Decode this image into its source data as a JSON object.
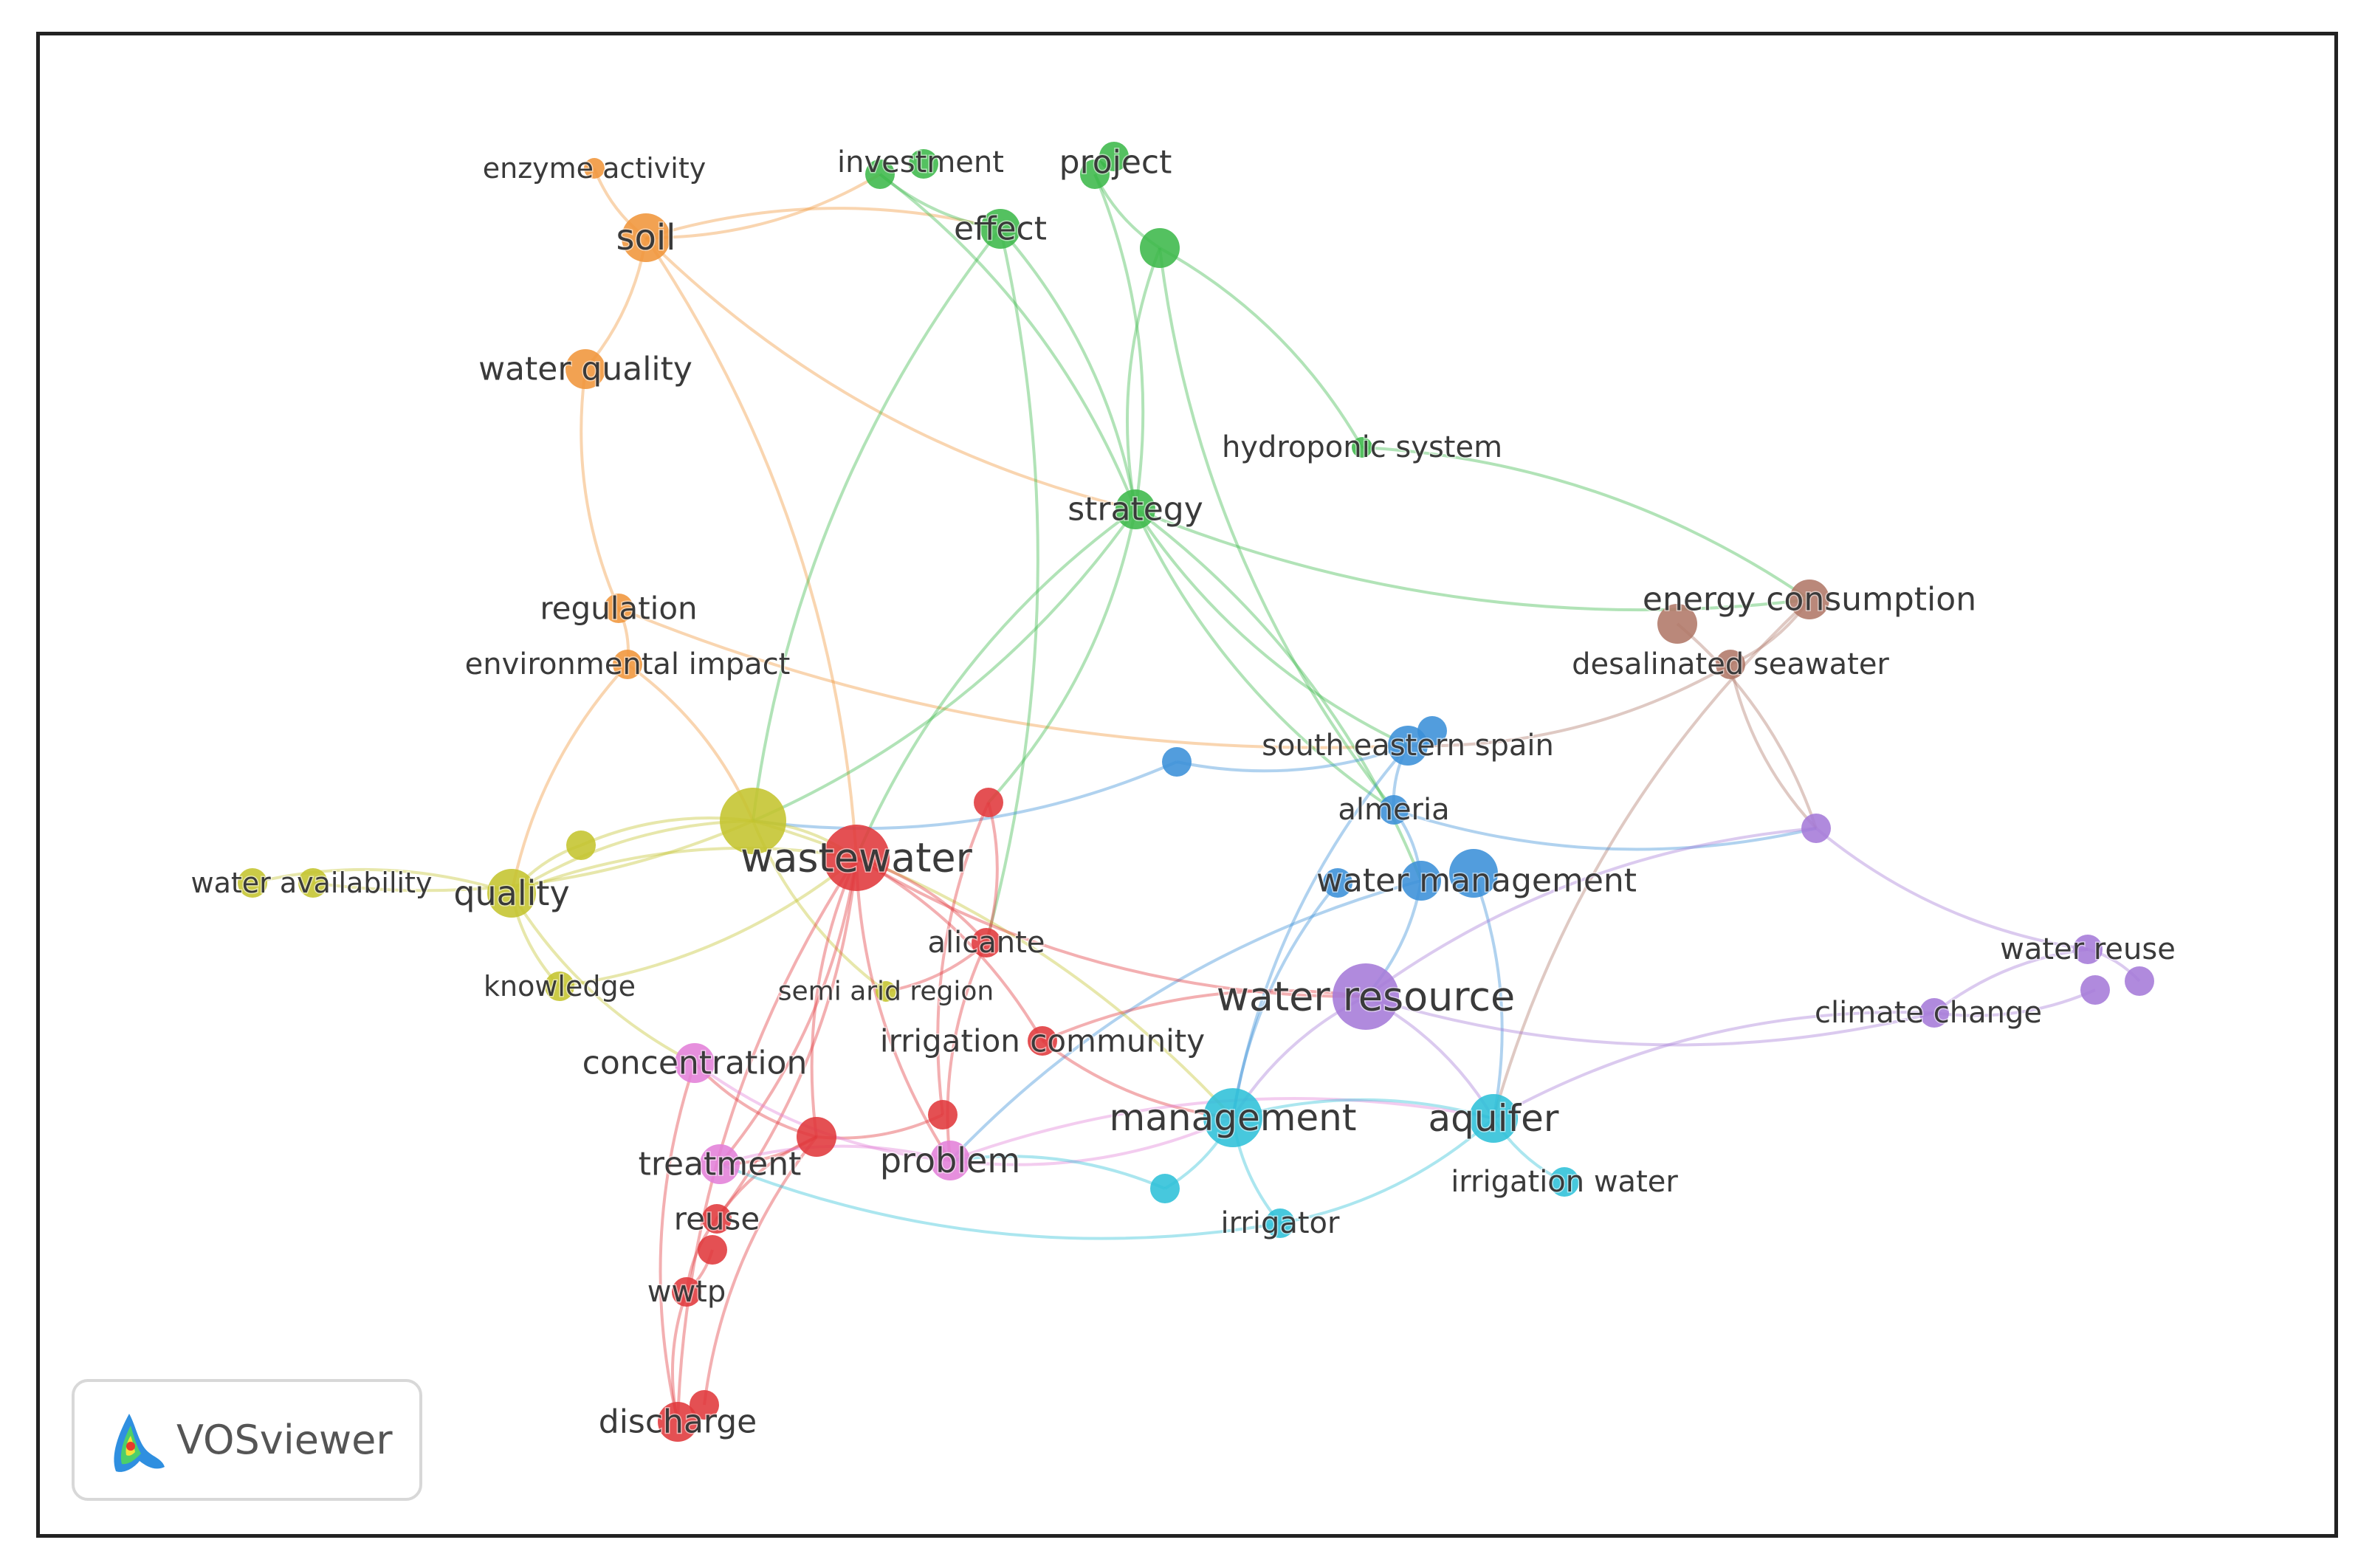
{
  "app": {
    "logo_text": "VOSviewer"
  },
  "clusters": {
    "red": "#e0383b",
    "green": "#3cb84a",
    "blue": "#3a8fd8",
    "yellow": "#c4c42e",
    "purple": "#a57ad8",
    "cyan": "#2ec0d8",
    "orange": "#f0953a",
    "brown": "#b07868",
    "pink": "#e27fd8"
  },
  "nodes": [
    {
      "id": "enzyme_activity",
      "label": "enzyme activity",
      "cluster": "orange",
      "weight": 1
    },
    {
      "id": "soil",
      "label": "soil",
      "cluster": "orange",
      "weight": 4
    },
    {
      "id": "water_quality",
      "label": "water quality",
      "cluster": "orange",
      "weight": 3
    },
    {
      "id": "regulation",
      "label": "regulation",
      "cluster": "orange",
      "weight": 2
    },
    {
      "id": "environmental_impact",
      "label": "environmental impact",
      "cluster": "orange",
      "weight": 2
    },
    {
      "id": "investment",
      "label": "investment",
      "cluster": "green",
      "weight": 2
    },
    {
      "id": "investment_b",
      "label": "",
      "cluster": "green",
      "weight": 2
    },
    {
      "id": "project",
      "label": "project",
      "cluster": "green",
      "weight": 2
    },
    {
      "id": "project_b",
      "label": "",
      "cluster": "green",
      "weight": 2
    },
    {
      "id": "effect",
      "label": "effect",
      "cluster": "green",
      "weight": 3
    },
    {
      "id": "green_hub",
      "label": "",
      "cluster": "green",
      "weight": 3
    },
    {
      "id": "hydroponic_system",
      "label": "hydroponic system",
      "cluster": "green",
      "weight": 1
    },
    {
      "id": "strategy",
      "label": "strategy",
      "cluster": "green",
      "weight": 3
    },
    {
      "id": "energy_consumption",
      "label": "energy consumption",
      "cluster": "brown",
      "weight": 3
    },
    {
      "id": "energy_b",
      "label": "",
      "cluster": "brown",
      "weight": 3
    },
    {
      "id": "desalinated_seawater",
      "label": "desalinated seawater",
      "cluster": "brown",
      "weight": 2
    },
    {
      "id": "blue_small",
      "label": "",
      "cluster": "blue",
      "weight": 2
    },
    {
      "id": "south_eastern_spain",
      "label": "south eastern spain",
      "cluster": "blue",
      "weight": 3
    },
    {
      "id": "ses_b",
      "label": "",
      "cluster": "blue",
      "weight": 2
    },
    {
      "id": "almeria",
      "label": "almeria",
      "cluster": "blue",
      "weight": 2
    },
    {
      "id": "water_management",
      "label": "water management",
      "cluster": "blue",
      "weight": 3
    },
    {
      "id": "wm_b",
      "label": "",
      "cluster": "blue",
      "weight": 2
    },
    {
      "id": "wm_c",
      "label": "",
      "cluster": "blue",
      "weight": 4
    },
    {
      "id": "water_availability",
      "label": "water availability",
      "cluster": "yellow",
      "weight": 2
    },
    {
      "id": "wa_b",
      "label": "",
      "cluster": "yellow",
      "weight": 2
    },
    {
      "id": "quality",
      "label": "quality",
      "cluster": "yellow",
      "weight": 4
    },
    {
      "id": "yellow_small",
      "label": "",
      "cluster": "yellow",
      "weight": 2
    },
    {
      "id": "yellow_big",
      "label": "",
      "cluster": "yellow",
      "weight": 6
    },
    {
      "id": "knowledge",
      "label": "knowledge",
      "cluster": "yellow",
      "weight": 2
    },
    {
      "id": "semi_arid_region",
      "label": "semi arid region",
      "cluster": "yellow",
      "weight": 1
    },
    {
      "id": "wastewater",
      "label": "wastewater",
      "cluster": "red",
      "weight": 6
    },
    {
      "id": "red_top",
      "label": "",
      "cluster": "red",
      "weight": 2
    },
    {
      "id": "alicante",
      "label": "alicante",
      "cluster": "red",
      "weight": 2
    },
    {
      "id": "irrigation_community",
      "label": "irrigation community",
      "cluster": "red",
      "weight": 2
    },
    {
      "id": "red_mid",
      "label": "",
      "cluster": "red",
      "weight": 2
    },
    {
      "id": "red_hub",
      "label": "",
      "cluster": "red",
      "weight": 3
    },
    {
      "id": "reuse",
      "label": "reuse",
      "cluster": "red",
      "weight": 2
    },
    {
      "id": "reuse_b",
      "label": "",
      "cluster": "red",
      "weight": 2
    },
    {
      "id": "wwtp",
      "label": "wwtp",
      "cluster": "red",
      "weight": 2
    },
    {
      "id": "discharge",
      "label": "discharge",
      "cluster": "red",
      "weight": 3
    },
    {
      "id": "discharge_b",
      "label": "",
      "cluster": "red",
      "weight": 2
    },
    {
      "id": "concentration",
      "label": "concentration",
      "cluster": "pink",
      "weight": 3
    },
    {
      "id": "treatment",
      "label": "treatment",
      "cluster": "pink",
      "weight": 3
    },
    {
      "id": "problem",
      "label": "problem",
      "cluster": "pink",
      "weight": 3
    },
    {
      "id": "water_resource",
      "label": "water resource",
      "cluster": "purple",
      "weight": 6
    },
    {
      "id": "purple_right",
      "label": "",
      "cluster": "purple",
      "weight": 2
    },
    {
      "id": "water_reuse",
      "label": "water reuse",
      "cluster": "purple",
      "weight": 2
    },
    {
      "id": "wr_b",
      "label": "",
      "cluster": "purple",
      "weight": 2
    },
    {
      "id": "wr_c",
      "label": "",
      "cluster": "purple",
      "weight": 2
    },
    {
      "id": "climate_change",
      "label": "climate change",
      "cluster": "purple",
      "weight": 2
    },
    {
      "id": "management",
      "label": "management",
      "cluster": "cyan",
      "weight": 5
    },
    {
      "id": "aquifer",
      "label": "aquifer",
      "cluster": "cyan",
      "weight": 4
    },
    {
      "id": "irrigation_water",
      "label": "irrigation water",
      "cluster": "cyan",
      "weight": 2
    },
    {
      "id": "irrigator",
      "label": "irrigator",
      "cluster": "cyan",
      "weight": 2
    },
    {
      "id": "cyan_small",
      "label": "",
      "cluster": "cyan",
      "weight": 2
    }
  ],
  "links": [
    [
      "enzyme_activity",
      "soil"
    ],
    [
      "soil",
      "water_quality"
    ],
    [
      "soil",
      "investment"
    ],
    [
      "soil",
      "effect"
    ],
    [
      "soil",
      "strategy"
    ],
    [
      "soil",
      "wastewater"
    ],
    [
      "water_quality",
      "regulation"
    ],
    [
      "regulation",
      "environmental_impact"
    ],
    [
      "regulation",
      "south_eastern_spain"
    ],
    [
      "environmental_impact",
      "yellow_big"
    ],
    [
      "environmental_impact",
      "quality"
    ],
    [
      "investment",
      "strategy"
    ],
    [
      "investment",
      "effect"
    ],
    [
      "project",
      "strategy"
    ],
    [
      "project",
      "green_hub"
    ],
    [
      "effect",
      "strategy"
    ],
    [
      "effect",
      "yellow_big"
    ],
    [
      "effect",
      "alicante"
    ],
    [
      "green_hub",
      "strategy"
    ],
    [
      "green_hub",
      "hydroponic_system"
    ],
    [
      "green_hub",
      "almeria"
    ],
    [
      "hydroponic_system",
      "energy_consumption"
    ],
    [
      "strategy",
      "wastewater"
    ],
    [
      "strategy",
      "yellow_big"
    ],
    [
      "strategy",
      "south_eastern_spain"
    ],
    [
      "strategy",
      "water_management"
    ],
    [
      "strategy",
      "energy_consumption"
    ],
    [
      "strategy",
      "red_top"
    ],
    [
      "strategy",
      "almeria"
    ],
    [
      "energy_consumption",
      "desalinated_seawater"
    ],
    [
      "energy_consumption",
      "aquifer"
    ],
    [
      "desalinated_seawater",
      "south_eastern_spain"
    ],
    [
      "desalinated_seawater",
      "purple_right"
    ],
    [
      "energy_b",
      "purple_right"
    ],
    [
      "south_eastern_spain",
      "almeria"
    ],
    [
      "blue_small",
      "yellow_big"
    ],
    [
      "blue_small",
      "south_eastern_spain"
    ],
    [
      "almeria",
      "water_management"
    ],
    [
      "almeria",
      "purple_right"
    ],
    [
      "water_management",
      "water_resource"
    ],
    [
      "water_management",
      "problem"
    ],
    [
      "wm_c",
      "aquifer"
    ],
    [
      "wm_b",
      "management"
    ],
    [
      "water_availability",
      "quality"
    ],
    [
      "wa_b",
      "yellow_big"
    ],
    [
      "quality",
      "yellow_big"
    ],
    [
      "quality",
      "knowledge"
    ],
    [
      "quality",
      "wastewater"
    ],
    [
      "quality",
      "concentration"
    ],
    [
      "yellow_small",
      "yellow_big"
    ],
    [
      "yellow_small",
      "quality"
    ],
    [
      "yellow_big",
      "wastewater"
    ],
    [
      "yellow_big",
      "semi_arid_region"
    ],
    [
      "yellow_big",
      "management"
    ],
    [
      "knowledge",
      "wastewater"
    ],
    [
      "wastewater",
      "alicante"
    ],
    [
      "wastewater",
      "red_hub"
    ],
    [
      "wastewater",
      "reuse"
    ],
    [
      "wastewater",
      "discharge"
    ],
    [
      "wastewater",
      "irrigation_community"
    ],
    [
      "wastewater",
      "water_resource"
    ],
    [
      "wastewater",
      "treatment"
    ],
    [
      "wastewater",
      "problem"
    ],
    [
      "red_top",
      "alicante"
    ],
    [
      "red_top",
      "red_mid"
    ],
    [
      "alicante",
      "semi_arid_region"
    ],
    [
      "alicante",
      "problem"
    ],
    [
      "irrigation_community",
      "water_resource"
    ],
    [
      "irrigation_community",
      "management"
    ],
    [
      "red_mid",
      "red_hub"
    ],
    [
      "red_hub",
      "reuse"
    ],
    [
      "red_hub",
      "treatment"
    ],
    [
      "red_hub",
      "discharge_b"
    ],
    [
      "red_hub",
      "concentration"
    ],
    [
      "reuse",
      "wwtp"
    ],
    [
      "reuse_b",
      "wwtp"
    ],
    [
      "wwtp",
      "discharge"
    ],
    [
      "discharge",
      "concentration"
    ],
    [
      "concentration",
      "problem"
    ],
    [
      "treatment",
      "problem"
    ],
    [
      "problem",
      "management"
    ],
    [
      "problem",
      "aquifer"
    ],
    [
      "water_resource",
      "management"
    ],
    [
      "water_resource",
      "aquifer"
    ],
    [
      "water_resource",
      "climate_change"
    ],
    [
      "water_resource",
      "purple_right"
    ],
    [
      "purple_right",
      "water_reuse"
    ],
    [
      "water_reuse",
      "wr_c"
    ],
    [
      "water_reuse",
      "climate_change"
    ],
    [
      "wr_b",
      "climate_change"
    ],
    [
      "climate_change",
      "aquifer"
    ],
    [
      "management",
      "aquifer"
    ],
    [
      "management",
      "irrigator"
    ],
    [
      "management",
      "cyan_small"
    ],
    [
      "aquifer",
      "irrigation_water"
    ],
    [
      "aquifer",
      "irrigator"
    ],
    [
      "cyan_small",
      "problem"
    ],
    [
      "irrigator",
      "treatment"
    ],
    [
      "south_eastern_spain",
      "management"
    ]
  ]
}
